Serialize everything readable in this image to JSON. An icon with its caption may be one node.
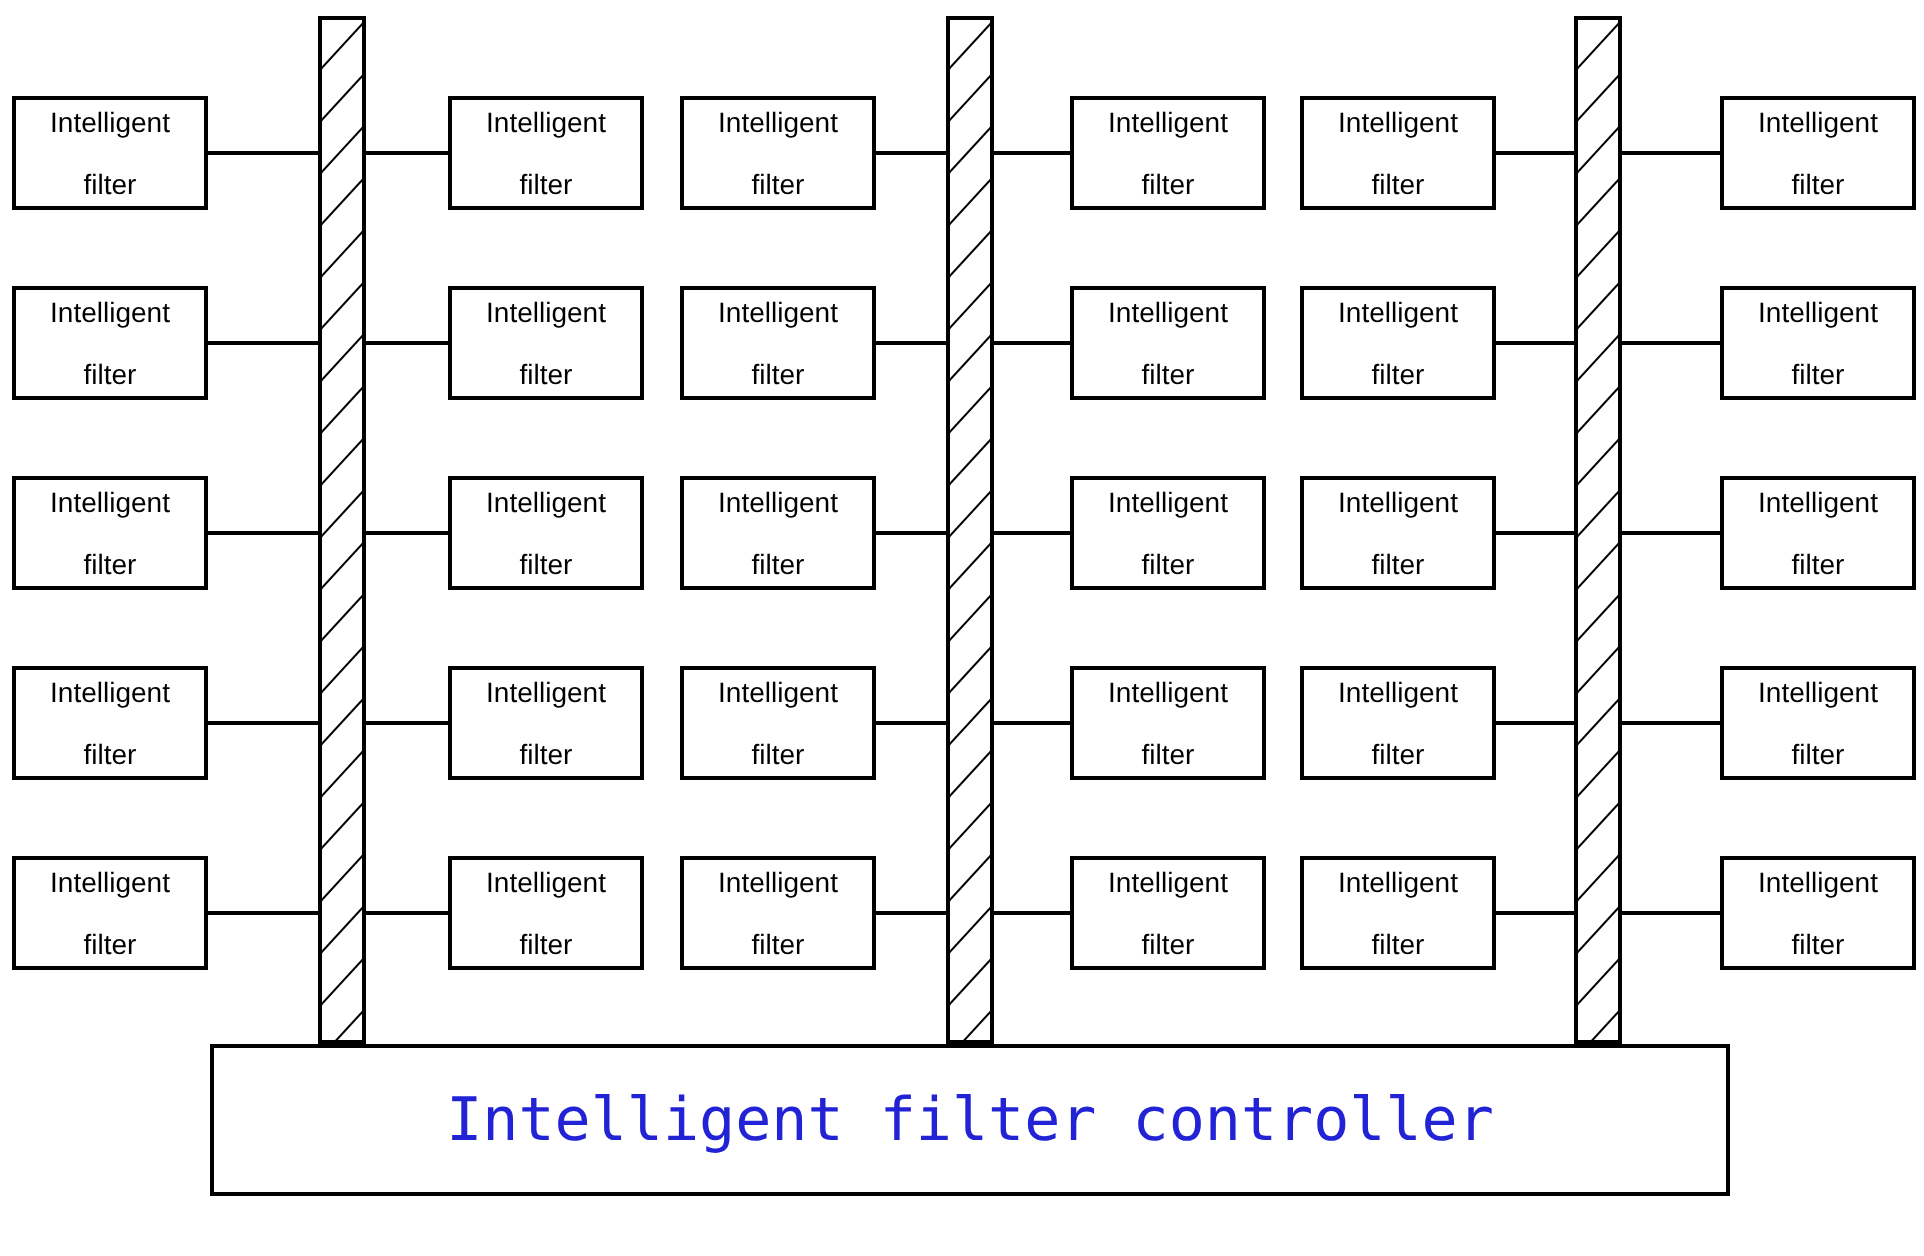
{
  "diagram": {
    "nodes": [
      {
        "text": [
          "Intelligent filter"
        ]
      },
      {
        "text": [
          "Intelligent filter"
        ]
      },
      {
        "text": [
          "Intelligent filter"
        ]
      },
      {
        "text": [
          "Intelligent filter"
        ]
      },
      {
        "text": [
          "Intelligent filter"
        ]
      },
      {
        "text": [
          "Intelligent filter"
        ]
      },
      {
        "text": [
          "Intelligent filter"
        ]
      },
      {
        "text": [
          "Intelligent filter"
        ]
      },
      {
        "text": [
          "Intelligent filter"
        ]
      },
      {
        "text": [
          "Intelligent filter"
        ]
      },
      {
        "text": [
          "Intelligent filter"
        ]
      },
      {
        "text": [
          "Intelligent filter"
        ]
      },
      {
        "text": [
          "Intelligent filter"
        ]
      },
      {
        "text": [
          "Intelligent filter"
        ]
      },
      {
        "text": [
          "Intelligent filter"
        ]
      },
      {
        "text": [
          "Intelligent filter"
        ]
      },
      {
        "text": [
          "Intelligent filter"
        ]
      },
      {
        "text": [
          "Intelligent filter"
        ]
      },
      {
        "text": [
          "Intelligent filter"
        ]
      },
      {
        "text": [
          "Intelligent filter"
        ]
      },
      {
        "text": [
          "Intelligent filter"
        ]
      },
      {
        "text": [
          "Intelligent filter"
        ]
      },
      {
        "text": [
          "Intelligent filter"
        ]
      },
      {
        "text": [
          "Intelligent filter"
        ]
      },
      {
        "text": [
          "Intelligent filter"
        ]
      },
      {
        "text": [
          "Intelligent filter"
        ]
      },
      {
        "text": [
          "Intelligent filter"
        ]
      },
      {
        "text": [
          "Intelligent filter"
        ]
      },
      {
        "text": [
          "Intelligent filter"
        ]
      },
      {
        "text": [
          "Intelligent filter"
        ]
      },
      {
        "text": [],
        "shape": "bar"
      },
      {
        "text": [],
        "shape": "bar"
      },
      {
        "text": [],
        "shape": "bar"
      },
      {
        "text": [
          "Intelligent filter controller"
        ]
      }
    ],
    "edges": [
      {
        "from": 0,
        "to": 30,
        "arrow": "none"
      },
      {
        "from": 1,
        "to": 30,
        "arrow": "none"
      },
      {
        "from": 2,
        "to": 31,
        "arrow": "none"
      },
      {
        "from": 3,
        "to": 31,
        "arrow": "none"
      },
      {
        "from": 4,
        "to": 32,
        "arrow": "none"
      },
      {
        "from": 5,
        "to": 32,
        "arrow": "none"
      },
      {
        "from": 6,
        "to": 30,
        "arrow": "none"
      },
      {
        "from": 7,
        "to": 30,
        "arrow": "none"
      },
      {
        "from": 8,
        "to": 31,
        "arrow": "none"
      },
      {
        "from": 9,
        "to": 31,
        "arrow": "none"
      },
      {
        "from": 10,
        "to": 32,
        "arrow": "none"
      },
      {
        "from": 11,
        "to": 32,
        "arrow": "none"
      },
      {
        "from": 12,
        "to": 30,
        "arrow": "none"
      },
      {
        "from": 13,
        "to": 30,
        "arrow": "none"
      },
      {
        "from": 14,
        "to": 31,
        "arrow": "none"
      },
      {
        "from": 15,
        "to": 31,
        "arrow": "none"
      },
      {
        "from": 16,
        "to": 32,
        "arrow": "none"
      },
      {
        "from": 17,
        "to": 32,
        "arrow": "none"
      },
      {
        "from": 18,
        "to": 30,
        "arrow": "none"
      },
      {
        "from": 19,
        "to": 30,
        "arrow": "none"
      },
      {
        "from": 20,
        "to": 31,
        "arrow": "none"
      },
      {
        "from": 21,
        "to": 31,
        "arrow": "none"
      },
      {
        "from": 22,
        "to": 32,
        "arrow": "none"
      },
      {
        "from": 23,
        "to": 32,
        "arrow": "none"
      },
      {
        "from": 24,
        "to": 30,
        "arrow": "none"
      },
      {
        "from": 25,
        "to": 30,
        "arrow": "none"
      },
      {
        "from": 26,
        "to": 31,
        "arrow": "none"
      },
      {
        "from": 27,
        "to": 31,
        "arrow": "none"
      },
      {
        "from": 28,
        "to": 32,
        "arrow": "none"
      },
      {
        "from": 29,
        "to": 32,
        "arrow": "none"
      }
    ]
  }
}
